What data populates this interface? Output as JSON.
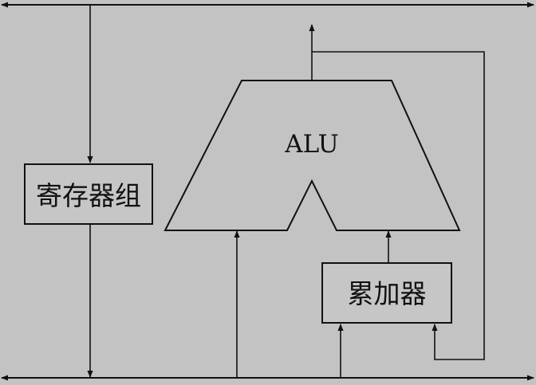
{
  "diagram": {
    "alu": {
      "label": "ALU"
    },
    "register_file": {
      "label": "寄存器组"
    },
    "accumulator": {
      "label": "累加器"
    }
  },
  "colors": {
    "background": "#c3c3c3",
    "stroke": "#111111",
    "box_fill": "#c6c6c6"
  }
}
